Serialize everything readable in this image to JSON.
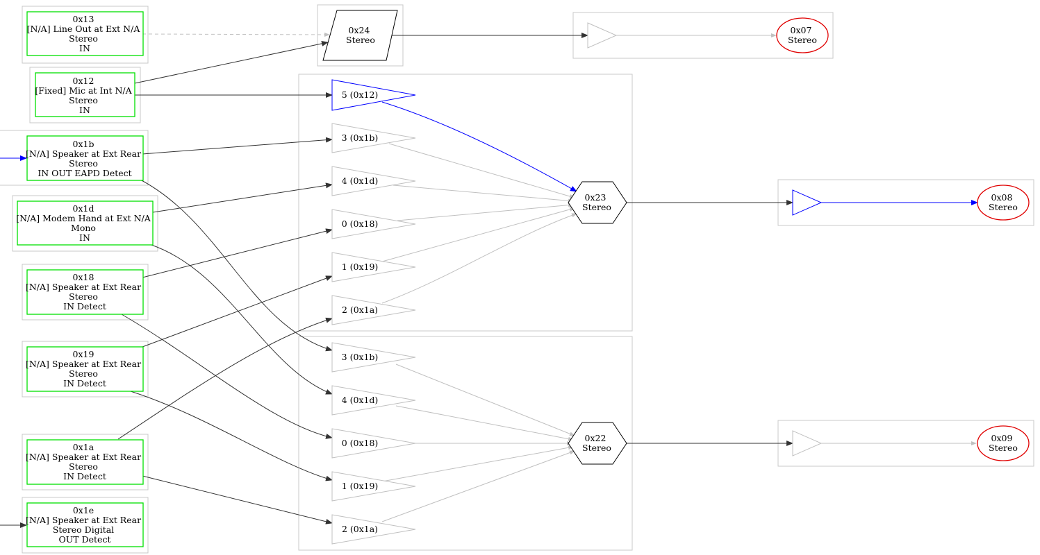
{
  "pins": [
    {
      "id": "pin-0x13",
      "lines": [
        "0x13",
        "[N/A] Line Out at Ext N/A",
        "Stereo",
        "IN"
      ]
    },
    {
      "id": "pin-0x12",
      "lines": [
        "0x12",
        "[Fixed] Mic at Int N/A",
        "Stereo",
        "IN"
      ]
    },
    {
      "id": "pin-0x1b",
      "lines": [
        "0x1b",
        "[N/A] Speaker at Ext Rear",
        "Stereo",
        "IN OUT EAPD Detect"
      ]
    },
    {
      "id": "pin-0x1d",
      "lines": [
        "0x1d",
        "[N/A] Modem Hand at Ext N/A",
        "Mono",
        "IN"
      ]
    },
    {
      "id": "pin-0x18",
      "lines": [
        "0x18",
        "[N/A] Speaker at Ext Rear",
        "Stereo",
        "IN Detect"
      ]
    },
    {
      "id": "pin-0x19",
      "lines": [
        "0x19",
        "[N/A] Speaker at Ext Rear",
        "Stereo",
        "IN Detect"
      ]
    },
    {
      "id": "pin-0x1a",
      "lines": [
        "0x1a",
        "[N/A] Speaker at Ext Rear",
        "Stereo",
        "IN Detect"
      ]
    },
    {
      "id": "pin-0x1e",
      "lines": [
        "0x1e",
        "[N/A] Speaker at Ext Rear",
        "Stereo Digital",
        "OUT Detect"
      ]
    }
  ],
  "converters": [
    {
      "id": "conv-0x24",
      "lines": [
        "0x24",
        "Stereo"
      ]
    },
    {
      "id": "mixer-0x23",
      "lines": [
        "0x23",
        "Stereo"
      ]
    },
    {
      "id": "mixer-0x22",
      "lines": [
        "0x22",
        "Stereo"
      ]
    },
    {
      "id": "out-0x07",
      "lines": [
        "0x07",
        "Stereo"
      ]
    },
    {
      "id": "out-0x08",
      "lines": [
        "0x08",
        "Stereo"
      ]
    },
    {
      "id": "out-0x09",
      "lines": [
        "0x09",
        "Stereo"
      ]
    }
  ],
  "mixer_inputs_0x23": [
    "5 (0x12)",
    "3 (0x1b)",
    "4 (0x1d)",
    "0 (0x18)",
    "1 (0x19)",
    "2 (0x1a)"
  ],
  "mixer_inputs_0x22": [
    "3 (0x1b)",
    "4 (0x1d)",
    "0 (0x18)",
    "1 (0x19)",
    "2 (0x1a)"
  ],
  "colors": {
    "pin_border": "#00e000",
    "output_border": "#e00000",
    "active_link": "#0000ff",
    "link": "#333333",
    "inactive": "#c0c0c0",
    "cluster": "#c8c8c8"
  }
}
